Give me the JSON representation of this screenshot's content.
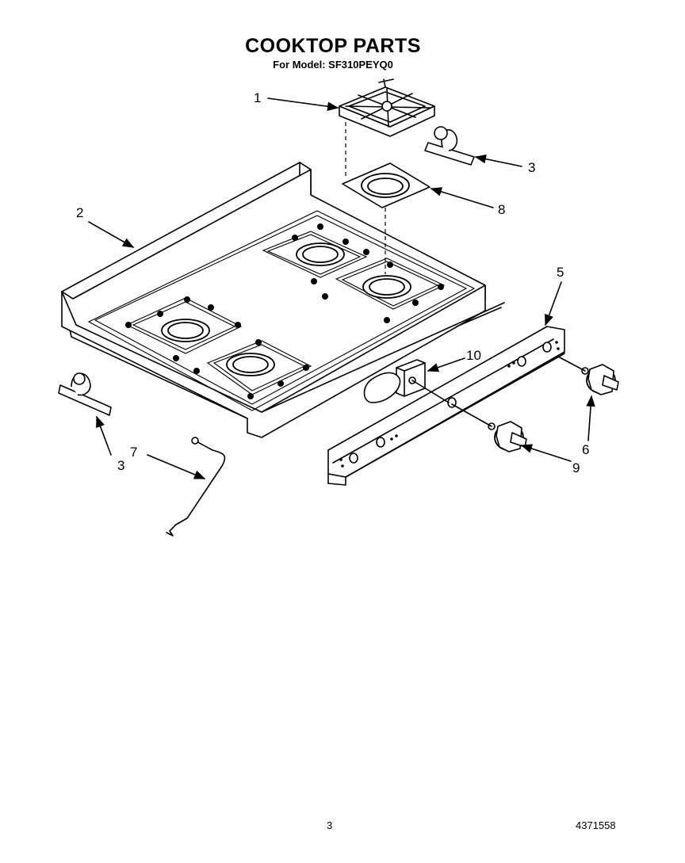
{
  "title": "COOKTOP PARTS",
  "subtitle": "For Model: SF310PEYQ0",
  "callouts": {
    "c1": "1",
    "c2": "2",
    "c3a": "3",
    "c3b": "3",
    "c5": "5",
    "c6": "6",
    "c7": "7",
    "c8": "8",
    "c9": "9",
    "c10": "10"
  },
  "footer": {
    "page_number": "3",
    "doc_number": "4371558"
  }
}
